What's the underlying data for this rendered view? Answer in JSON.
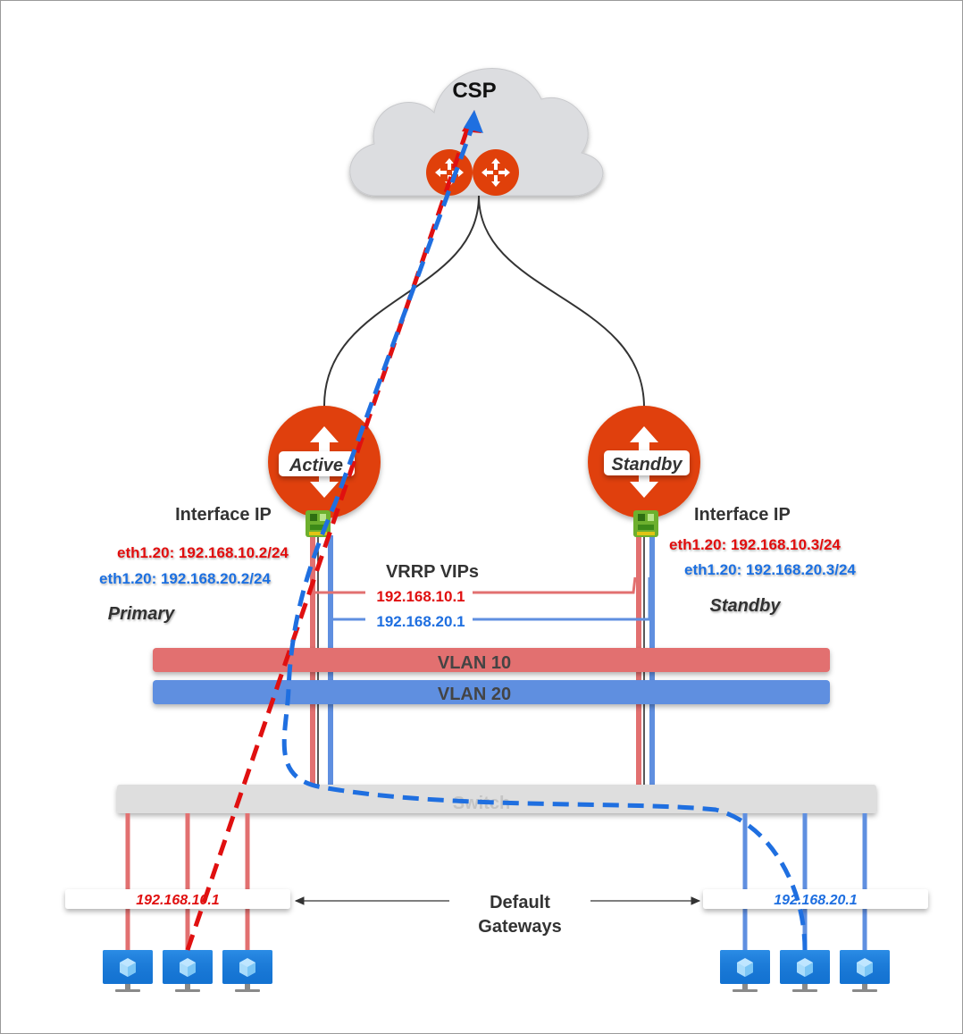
{
  "cloud": {
    "label": "CSP"
  },
  "routers": {
    "active": {
      "label": "Active",
      "role": "Primary",
      "interface_title": "Interface IP",
      "ip_red": "eth1.20: 192.168.10.2/24",
      "ip_blue": "eth1.20: 192.168.20.2/24"
    },
    "standby": {
      "label": "Standby",
      "role": "Standby",
      "interface_title": "Interface IP",
      "ip_red": "eth1.20: 192.168.10.3/24",
      "ip_blue": "eth1.20: 192.168.20.3/24"
    }
  },
  "vrrp": {
    "title": "VRRP VIPs",
    "vip_red": "192.168.10.1",
    "vip_blue": "192.168.20.1"
  },
  "vlans": {
    "vlan10": "VLAN 10",
    "vlan20": "VLAN 20"
  },
  "switch": {
    "label": "Switch"
  },
  "gateways": {
    "left": "192.168.10.1",
    "right": "192.168.20.1",
    "label_line1": "Default",
    "label_line2": "Gateways"
  },
  "colors": {
    "red": "#e01010",
    "blue": "#1f6fe0",
    "orange": "#e0400a",
    "vlan_red": "#e27070",
    "vlan_blue": "#5f8fe0",
    "cloud": "#dcdde0"
  },
  "icons": {
    "router": "router-icon",
    "nic": "network-card-icon",
    "vm": "virtual-machine-icon"
  }
}
